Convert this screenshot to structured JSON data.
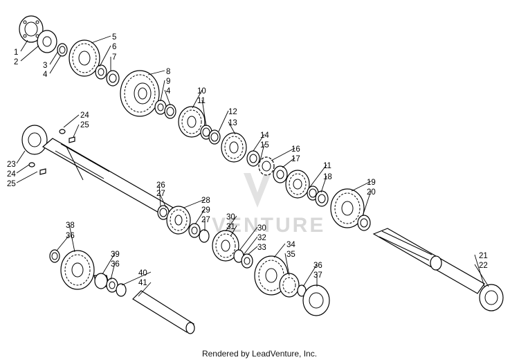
{
  "watermark": "VENTURE",
  "footer": "Rendered by LeadVenture, Inc.",
  "callouts": {
    "c1": "1",
    "c2": "2",
    "c3": "3",
    "c4a": "4",
    "c5": "5",
    "c6": "6",
    "c7": "7",
    "c8": "8",
    "c9": "9",
    "c4b": "4",
    "c10": "10",
    "c11a": "11",
    "c12": "12",
    "c13": "13",
    "c14": "14",
    "c15": "15",
    "c16": "16",
    "c17": "17",
    "c11b": "11",
    "c18": "18",
    "c19": "19",
    "c20": "20",
    "c24a": "24",
    "c25a": "25",
    "c23": "23",
    "c24b": "24",
    "c25b": "25",
    "c26": "26",
    "c27a": "27",
    "c28": "28",
    "c29": "29",
    "c27b": "27",
    "c30a": "30",
    "c31": "31",
    "c30b": "30",
    "c32": "32",
    "c33": "33",
    "c34": "34",
    "c35": "35",
    "c36a": "36",
    "c37": "37",
    "c38": "38",
    "c36b": "36",
    "c39": "39",
    "c36c": "36",
    "c40": "40",
    "c41": "41",
    "c21": "21",
    "c22": "22"
  }
}
